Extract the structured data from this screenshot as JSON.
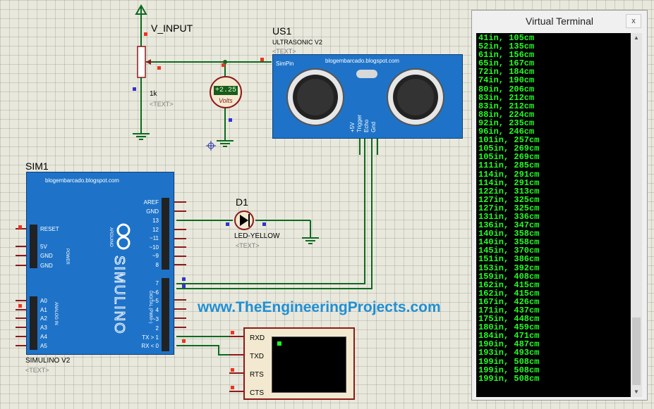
{
  "schematic": {
    "v_input": {
      "label": "V_INPUT"
    },
    "pot": {
      "value": "1k",
      "text_placeholder": "<TEXT>"
    },
    "voltmeter": {
      "reading": "+2.25",
      "unit": "Volts"
    },
    "ultrasonic": {
      "ref": "US1",
      "model": "ULTRASONIC V2",
      "text_placeholder": "<TEXT>",
      "blog": "blogembarcado.blogspot.com",
      "simpin": "SimPin",
      "pins": [
        "+5V",
        "Trigger",
        "Echo",
        "Gnd"
      ]
    },
    "arduino": {
      "ref": "SIM1",
      "model": "SIMULINO V2",
      "text_placeholder": "<TEXT>",
      "blog": "blogembarcado.blogspot.com",
      "brand": "SIMULINO",
      "logo_text": "ARDUINO",
      "left_pins": [
        "RESET",
        "5V",
        "GND",
        "GND",
        "A0",
        "A1",
        "A2",
        "A3",
        "A4",
        "A5"
      ],
      "power_label": "POWER",
      "analog_label": "ANALOG IN",
      "digital_label": "DIGITAL (PWM~)",
      "right_pins": [
        "AREF",
        "GND",
        "13",
        "12",
        "~11",
        "~10",
        "~9",
        "8",
        "7",
        "~6",
        "~5",
        "4",
        "~3",
        "2",
        "TX > 1",
        "RX < 0"
      ]
    },
    "led": {
      "ref": "D1",
      "model": "LED-YELLOW",
      "text_placeholder": "<TEXT>"
    },
    "terminal_component": {
      "pins": [
        "RXD",
        "TXD",
        "RTS",
        "CTS"
      ]
    },
    "watermark": "www.TheEngineeringProjects.com"
  },
  "virtual_terminal": {
    "title": "Virtual Terminal",
    "close_label": "x",
    "lines": [
      "41in, 105cm",
      "52in, 135cm",
      "61in, 156cm",
      "65in, 167cm",
      "72in, 184cm",
      "74in, 190cm",
      "80in, 206cm",
      "83in, 212cm",
      "83in, 212cm",
      "88in, 224cm",
      "92in, 235cm",
      "96in, 246cm",
      "101in, 257cm",
      "105in, 269cm",
      "105in, 269cm",
      "111in, 285cm",
      "114in, 291cm",
      "114in, 291cm",
      "122in, 313cm",
      "127in, 325cm",
      "127in, 325cm",
      "131in, 336cm",
      "136in, 347cm",
      "140in, 358cm",
      "140in, 358cm",
      "145in, 370cm",
      "151in, 386cm",
      "153in, 392cm",
      "159in, 408cm",
      "162in, 415cm",
      "162in, 415cm",
      "167in, 426cm",
      "171in, 437cm",
      "175in, 448cm",
      "180in, 459cm",
      "184in, 471cm",
      "190in, 487cm",
      "193in, 493cm",
      "199in, 508cm",
      "199in, 508cm",
      "199in, 508cm"
    ],
    "scroll_up": "▲",
    "scroll_down": "▼"
  },
  "colors": {
    "canvas": "#e9e8dc",
    "wire": "#0b6a1f",
    "board": "#1e73c8",
    "component_red": "#8b1a1a",
    "terminal_text": "#22ff22",
    "watermark": "#1f8fd6"
  }
}
